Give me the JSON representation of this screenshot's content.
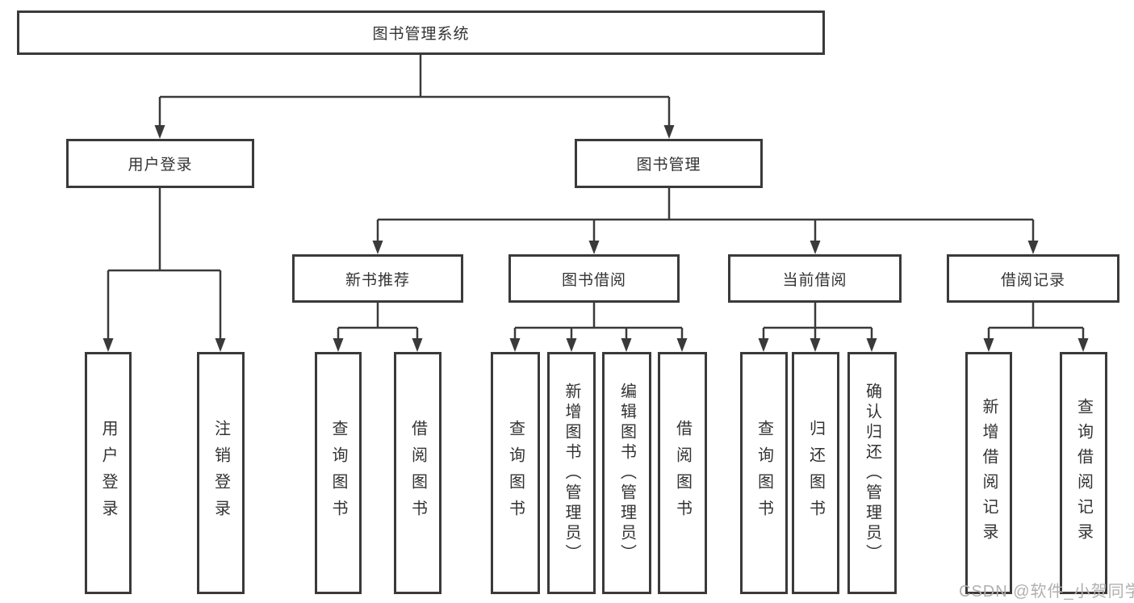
{
  "tree": {
    "label": "图书管理系统",
    "children": [
      {
        "label": "用户登录",
        "children": [
          {
            "label": "用户登录"
          },
          {
            "label": "注销登录"
          }
        ]
      },
      {
        "label": "图书管理",
        "children": [
          {
            "label": "新书推荐",
            "children": [
              {
                "label": "查询图书"
              },
              {
                "label": "借阅图书"
              }
            ]
          },
          {
            "label": "图书借阅",
            "children": [
              {
                "label": "查询图书"
              },
              {
                "label": "新增图书（管理员）"
              },
              {
                "label": "编辑图书（管理员）"
              },
              {
                "label": "借阅图书"
              }
            ]
          },
          {
            "label": "当前借阅",
            "children": [
              {
                "label": "查询图书"
              },
              {
                "label": "归还图书"
              },
              {
                "label": "确认归还（管理员）"
              }
            ]
          },
          {
            "label": "借阅记录",
            "children": [
              {
                "label": "新增借阅记录"
              },
              {
                "label": "查询借阅记录"
              }
            ]
          }
        ]
      }
    ]
  },
  "watermark": "CSDN @软件_小贺同学",
  "colors": {
    "line": "#3a3a3a",
    "text": "#333333",
    "watermark": "#b0b0b0",
    "background": "#ffffff"
  }
}
